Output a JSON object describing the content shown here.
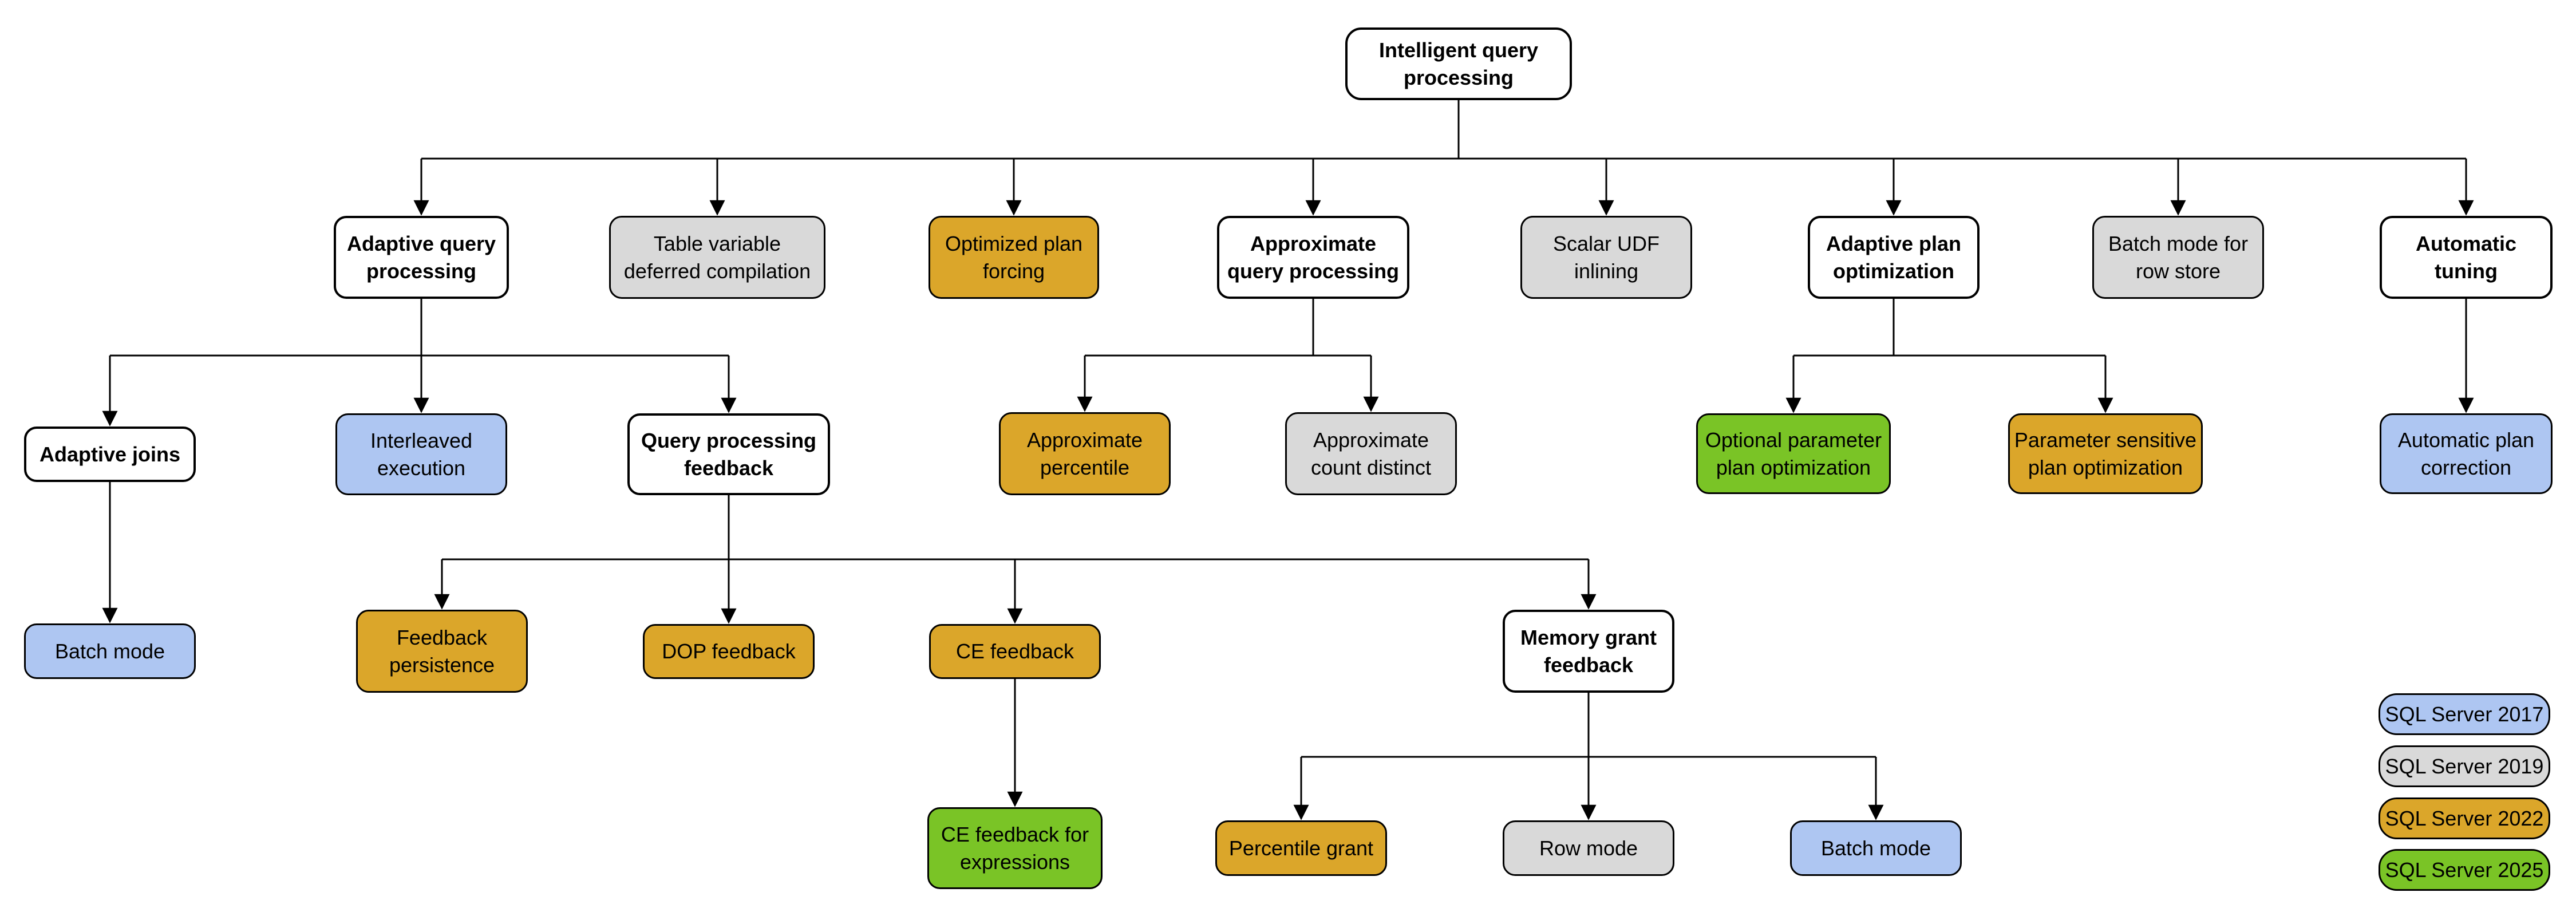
{
  "palette": {
    "white": "#ffffff",
    "blue": "#aec6f2",
    "gray": "#d9d9d9",
    "gold": "#dba62a",
    "green": "#7ac426",
    "line": "#000000"
  },
  "nodes": [
    {
      "label": "Intelligent query\nprocessing",
      "color": "white"
    },
    {
      "label": "Adaptive query\nprocessing",
      "color": "white"
    },
    {
      "label": "Table variable\ndeferred compilation",
      "color": "gray"
    },
    {
      "label": "Optimized plan\nforcing",
      "color": "gold"
    },
    {
      "label": "Approximate\nquery processing",
      "color": "white"
    },
    {
      "label": "Scalar UDF\ninlining",
      "color": "gray"
    },
    {
      "label": "Adaptive plan\noptimization",
      "color": "white"
    },
    {
      "label": "Batch mode for\nrow store",
      "color": "gray"
    },
    {
      "label": "Automatic\ntuning",
      "color": "white"
    },
    {
      "label": "Adaptive joins",
      "color": "white"
    },
    {
      "label": "Interleaved\nexecution",
      "color": "blue"
    },
    {
      "label": "Query processing\nfeedback",
      "color": "white"
    },
    {
      "label": "Approximate\npercentile",
      "color": "gold"
    },
    {
      "label": "Approximate\ncount distinct",
      "color": "gray"
    },
    {
      "label": "Optional parameter\nplan optimization",
      "color": "green"
    },
    {
      "label": "Parameter sensitive\nplan optimization",
      "color": "gold"
    },
    {
      "label": "Automatic plan\ncorrection",
      "color": "blue"
    },
    {
      "label": "Batch mode",
      "color": "blue"
    },
    {
      "label": "Feedback\npersistence",
      "color": "gold"
    },
    {
      "label": "DOP feedback",
      "color": "gold"
    },
    {
      "label": "CE feedback",
      "color": "gold"
    },
    {
      "label": "Memory grant\nfeedback",
      "color": "white"
    },
    {
      "label": "CE feedback for\nexpressions",
      "color": "green"
    },
    {
      "label": "Percentile grant",
      "color": "gold"
    },
    {
      "label": "Row mode",
      "color": "gray"
    },
    {
      "label": "Batch mode",
      "color": "blue"
    }
  ],
  "legend": {
    "items": [
      {
        "label": "SQL Server 2017",
        "color": "blue"
      },
      {
        "label": "SQL Server 2019",
        "color": "gray"
      },
      {
        "label": "SQL Server 2022",
        "color": "gold"
      },
      {
        "label": "SQL Server 2025",
        "color": "green"
      }
    ]
  }
}
